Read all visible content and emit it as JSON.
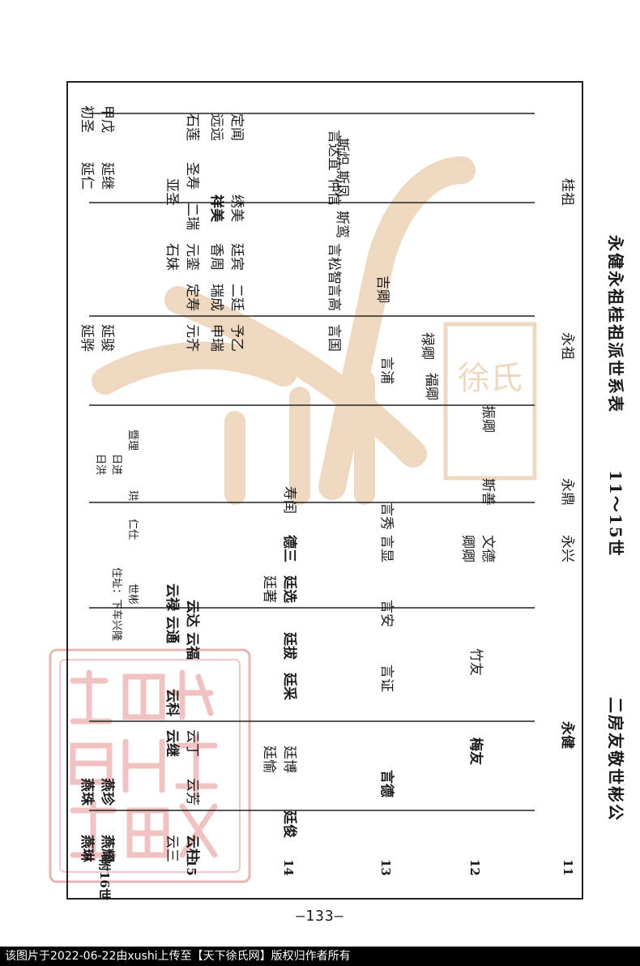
{
  "titles": {
    "left": "二房友敬世彬公",
    "middle": "11～15世",
    "right": "永健永祖桂祖派世系表"
  },
  "generations": [
    "11",
    "12",
    "13",
    "14",
    "15",
    "附16世"
  ],
  "gen11": [
    "永健",
    "永兴",
    "永鼎",
    "永祖",
    "桂祖"
  ],
  "gen12": [
    "梅友",
    "竹友",
    "文德",
    "卿卿",
    "斯善",
    "振卿",
    "福卿",
    "禄卿",
    "吉卿",
    "斯鸾",
    "斯凤",
    "斯炽"
  ],
  "gen13": [
    "言德",
    "言证",
    "言安",
    "言显",
    "言秀",
    "言浦",
    "言国",
    "言高",
    "言松智",
    "仲信",
    "言达宜"
  ],
  "gen14": [
    "廷俊",
    "廷博",
    "廷愉",
    "廷采",
    "廷拔",
    "廷选",
    "廷著",
    "德三",
    "寿闰",
    "予乙",
    "申瑞",
    "二廷",
    "瑞成",
    "廷宾",
    "香周",
    "绣美",
    "祥美",
    "定闻",
    "远远"
  ],
  "gen15": [
    "云柱",
    "云三",
    "云芳",
    "云丁",
    "云继",
    "云科",
    "云福",
    "云通",
    "云达",
    "云禄",
    "元齐",
    "定寿",
    "元銮",
    "石妹",
    "二瑞",
    "亚圣",
    "圣寿",
    "石莲"
  ],
  "gen16": [
    "燕耀",
    "燕琳",
    "燕珍",
    "燕珠",
    "延骏",
    "延骅",
    "延继",
    "延仁",
    "甲戊",
    "初圣"
  ],
  "notes": {
    "note1": "世彬",
    "note2": "住址：下车兴隆",
    "note3": "仁仕",
    "note4": "珙",
    "note5": "暨理",
    "note6": "日进",
    "note7": "日洪"
  },
  "page_number": "—133—",
  "footer": "该图片于2022-06-22由xushi上传至【天下徐氏网】版权归作者所有",
  "watermark_logo": "徐氏"
}
